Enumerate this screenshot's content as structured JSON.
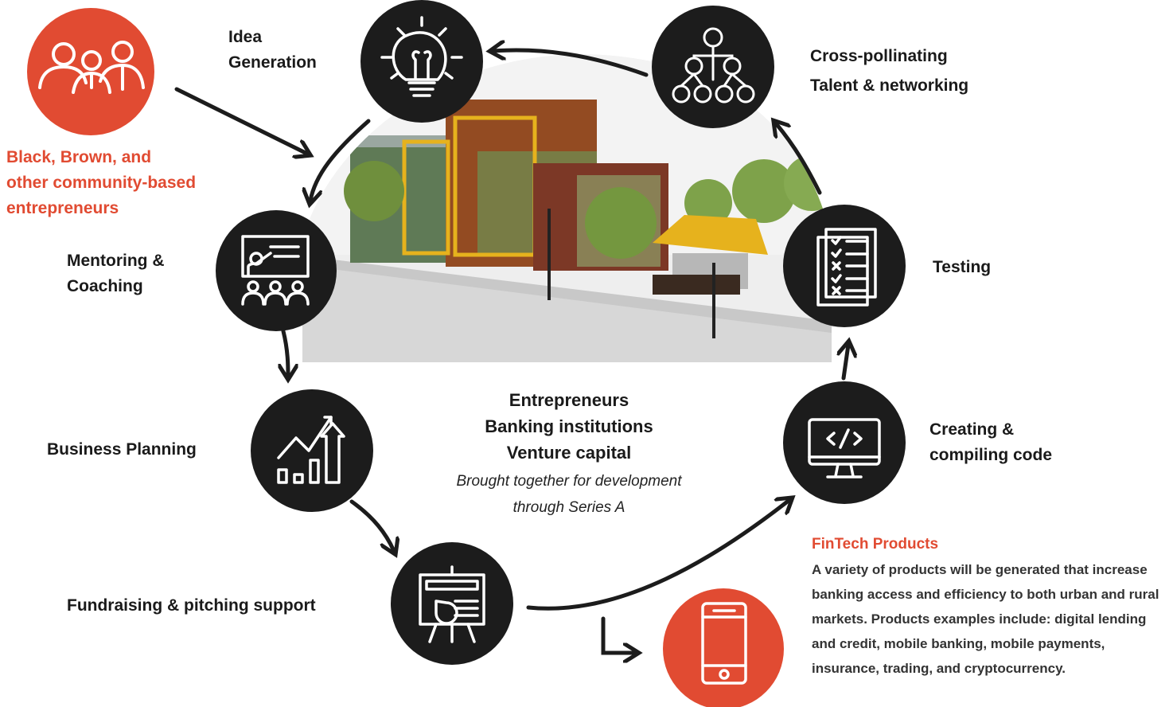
{
  "community": {
    "label_lines": [
      "Black, Brown, and",
      "other community-based",
      "entrepreneurs"
    ]
  },
  "stages": {
    "idea": [
      "Idea",
      "Generation"
    ],
    "cross": [
      "Cross-pollinating",
      "Talent & networking"
    ],
    "mentoring": [
      "Mentoring &",
      "Coaching"
    ],
    "testing": [
      "Testing"
    ],
    "business": [
      "Business Planning"
    ],
    "creating": [
      "Creating &",
      "compiling code"
    ],
    "fundraising": [
      "Fundraising & pitching support"
    ]
  },
  "center": {
    "lines": [
      "Entrepreneurs",
      "Banking institutions",
      "Venture capital"
    ],
    "italic_lines": [
      "Brought together for development",
      "through Series A"
    ]
  },
  "fintech": {
    "title": "FinTech Products",
    "description": "A variety of products will be generated that increase banking access and efficiency to both urban and rural markets. Products examples include: digital lending and credit, mobile banking, mobile payments, insurance, trading, and cryptocurrency."
  },
  "icons": {
    "idea": "lightbulb-icon",
    "cross": "network-icon",
    "mentoring": "presentation-icon",
    "testing": "checklist-icon",
    "business": "growth-chart-icon",
    "creating": "code-monitor-icon",
    "fundraising": "pitch-board-icon",
    "community": "people-group-icon",
    "fintech": "smartphone-icon"
  },
  "colors": {
    "accent_red": "#e14b32",
    "node_black": "#1c1c1c",
    "text": "#1a1a1a"
  }
}
